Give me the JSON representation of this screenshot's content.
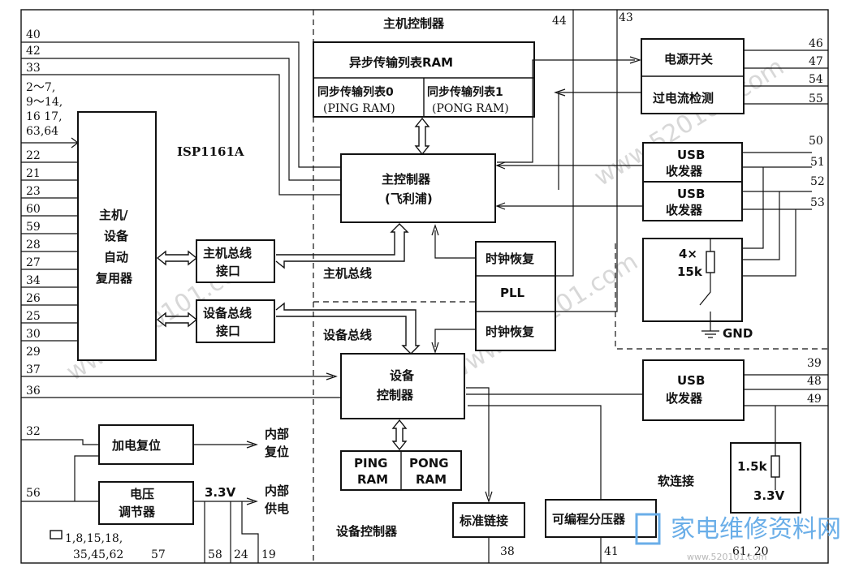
{
  "chip_name": "ISP1161A",
  "host_controller_section": "主机控制器",
  "device_controller_section": "设备控制器",
  "async_list_ram": "异步传输列表RAM",
  "sync_list_ping": [
    "同步传输列表0",
    "(PING RAM)"
  ],
  "sync_list_pong": [
    "同步传输列表1",
    "(PONG RAM)"
  ],
  "host_controller_core": [
    "主控制器",
    "(飞利浦)"
  ],
  "mux_block": [
    "主机/",
    "设备",
    "自动",
    "复用器"
  ],
  "host_bus_iface": [
    "主机总线",
    "接口"
  ],
  "device_bus_iface": [
    "设备总线",
    "接口"
  ],
  "host_bus_label": "主机总线",
  "device_bus_label": "设备总线",
  "clock_recovery_1": "时钟恢复",
  "pll": "PLL",
  "clock_recovery_2": "时钟恢复",
  "device_controller_core": [
    "设备",
    "控制器"
  ],
  "ping_ram": [
    "PING",
    "RAM"
  ],
  "pong_ram": [
    "PONG",
    "RAM"
  ],
  "std_link": "标准链接",
  "prog_divider": "可编程分压器",
  "power_switch": "电源开关",
  "overcurrent": "过电流检测",
  "usb_transceiver": [
    "USB",
    "收发器"
  ],
  "resistor_4x15k": [
    "4×",
    "15k"
  ],
  "gnd": "GND",
  "resistor_15k": "1.5k",
  "v33_right": "3.3V",
  "soft_connect": "软连接",
  "power_on_reset": "加电复位",
  "internal_reset": [
    "内部",
    "复位"
  ],
  "voltage_regulator": [
    "电压",
    "调节器"
  ],
  "v33_left": "3.3V",
  "internal_supply": [
    "内部",
    "供电"
  ],
  "pins_left": [
    "40",
    "42",
    "33",
    "2～7,",
    "9～14,",
    "16 17,",
    "63,64",
    "22",
    "21",
    "23",
    "60",
    "59",
    "28",
    "27",
    "34",
    "26",
    "25",
    "30",
    "29",
    "37",
    "36",
    "32",
    "56"
  ],
  "pins_top": [
    "44",
    "43"
  ],
  "pins_right": [
    "46",
    "47",
    "54",
    "55",
    "50",
    "51",
    "52",
    "53",
    "39",
    "48",
    "49"
  ],
  "pins_bottom": [
    "1,8,15,18,",
    "35,45,62",
    "57",
    "58",
    "24",
    "19",
    "38",
    "41",
    "61, 20"
  ],
  "watermark": "www.520101.com",
  "brand_watermark": "家电维修资料网",
  "brand_sub": "www.520101.com"
}
